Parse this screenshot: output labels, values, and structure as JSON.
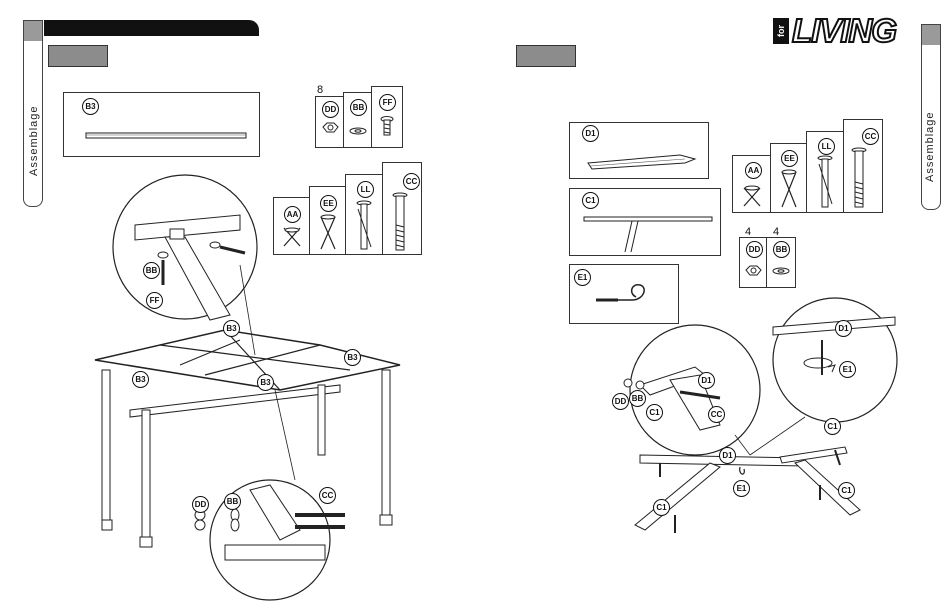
{
  "brand": {
    "prefix": "for",
    "name": "LIVING"
  },
  "left_page": {
    "side_label": "Assemblage",
    "step_label": ""
  },
  "right_page": {
    "side_label": "Assemblage",
    "step_label": ""
  },
  "hardware_left": {
    "top_qty": "8",
    "top_parts": [
      "DD",
      "BB",
      "FF"
    ],
    "bottom_parts": [
      "AA",
      "EE",
      "LL",
      "CC"
    ]
  },
  "hardware_right": {
    "top_parts": [
      "AA",
      "EE",
      "LL",
      "CC"
    ],
    "bottom_qty_1": "4",
    "bottom_qty_2": "4",
    "bottom_parts": [
      "DD",
      "BB"
    ]
  },
  "parts": {
    "b3": "B3",
    "d1": "D1",
    "c1": "C1",
    "e1": "E1"
  },
  "callouts_left": {
    "detail_top": [
      "BB",
      "FF"
    ],
    "frame": [
      "B3",
      "B3",
      "B3",
      "B3"
    ],
    "detail_bottom": [
      "DD",
      "BB",
      "CC"
    ]
  },
  "callouts_right": {
    "detail_left": [
      "DD",
      "BB",
      "C1",
      "D1",
      "CC"
    ],
    "detail_right": [
      "D1",
      "E1"
    ],
    "assembly": [
      "C1",
      "D1",
      "E1",
      "C1",
      "C1"
    ]
  },
  "icons": [
    "hex-nut-icon",
    "washer-icon",
    "screw-icon",
    "wrench-icon",
    "bolt-icon"
  ]
}
